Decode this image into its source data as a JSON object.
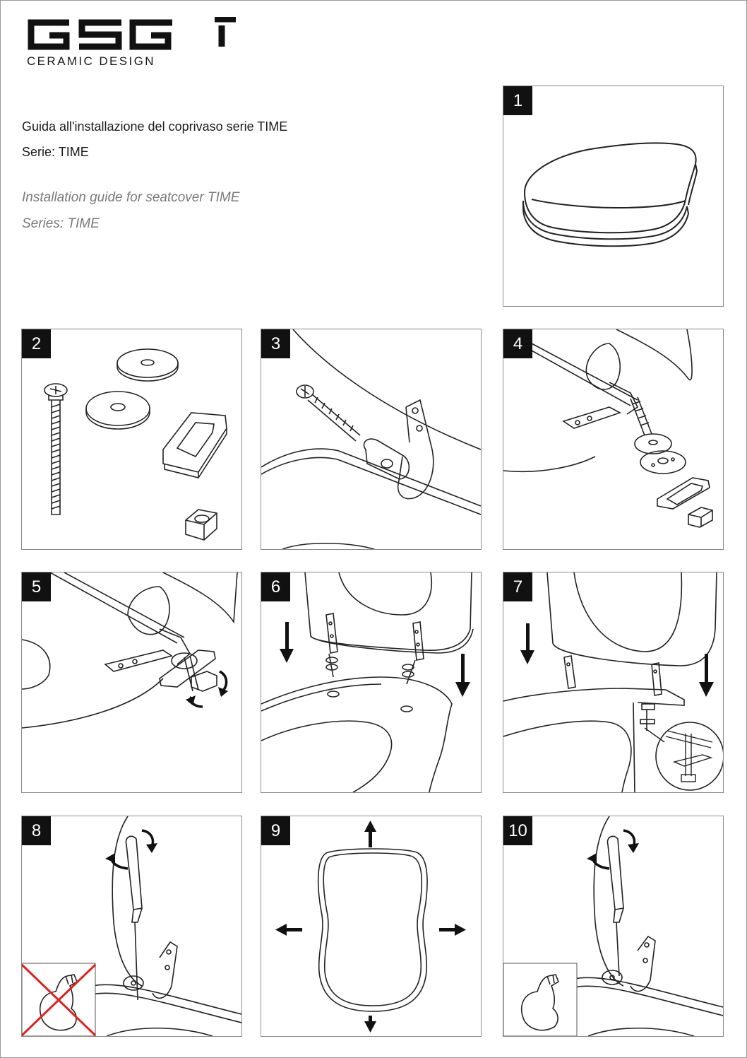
{
  "brand": {
    "logo_text": "GSGI",
    "tagline": "CERAMIC DESIGN"
  },
  "intro": {
    "it_title": "Guida all'installazione del coprivaso serie TIME",
    "it_series": "Serie: TIME",
    "en_title": "Installation guide for seatcover TIME",
    "en_series": "Series: TIME"
  },
  "steps": [
    {
      "number": "1",
      "depicts": "seat-cover"
    },
    {
      "number": "2",
      "depicts": "hardware-kit"
    },
    {
      "number": "3",
      "depicts": "insert-bolt-in-hinge"
    },
    {
      "number": "4",
      "depicts": "washers-and-nut-order"
    },
    {
      "number": "5",
      "depicts": "tighten-nut"
    },
    {
      "number": "6",
      "depicts": "lower-seat-onto-bowl"
    },
    {
      "number": "7",
      "depicts": "seat-placed-with-detail"
    },
    {
      "number": "8",
      "depicts": "do-not-overtighten"
    },
    {
      "number": "9",
      "depicts": "center-seat"
    },
    {
      "number": "10",
      "depicts": "tighten-firmly"
    }
  ],
  "colors": {
    "line": "#222222",
    "badge": "#111111",
    "cross": "#e02020"
  }
}
